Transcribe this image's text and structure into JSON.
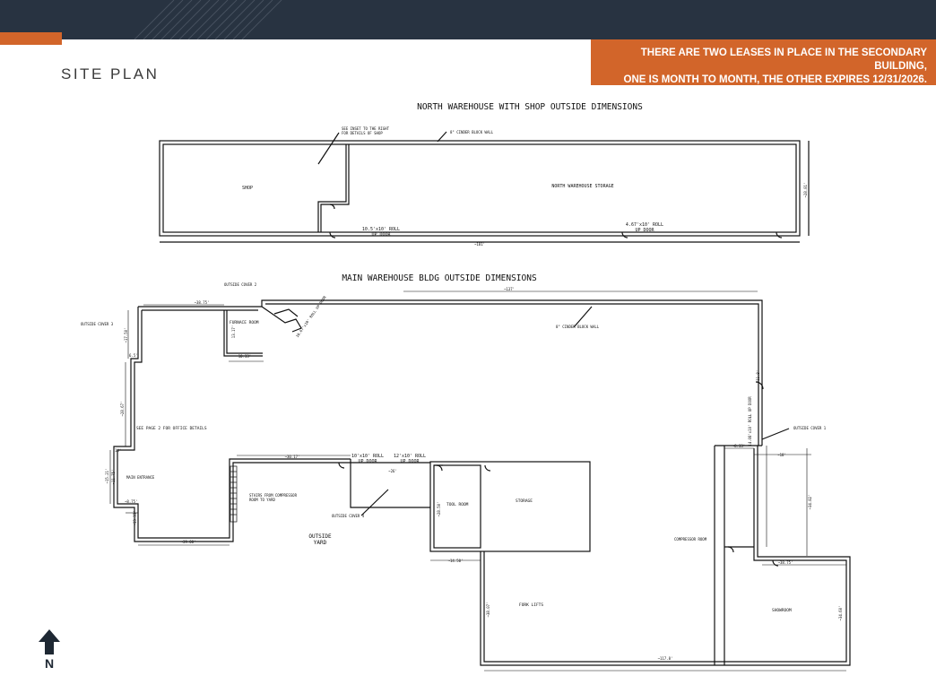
{
  "header": {
    "title": "SITE PLAN",
    "callout_line1": "THERE ARE TWO LEASES IN PLACE IN THE SECONDARY BUILDING,",
    "callout_line2": "ONE IS MONTH TO MONTH, THE OTHER EXPIRES 12/31/2026.",
    "accent_color": "#d2652a",
    "bar_color": "#283341"
  },
  "north_warehouse": {
    "heading": "NORTH WAREHOUSE WITH SHOP OUTSIDE DIMENSIONS",
    "inset_note_1": "SEE INSET TO THE RIGHT",
    "inset_note_2": "FOR DETAILS OF SHOP",
    "wall_note": "8\" CINDER BLOCK WALL",
    "shop_label": "SHOP",
    "storage_label": "NORTH WAREHOUSE STORAGE",
    "door1_line1": "10.5'x10' ROLL",
    "door1_line2": "UP DOOR",
    "door2_line1": "4.67'x10' ROLL",
    "door2_line2": "UP DOOR",
    "dim_length": "~181'",
    "dim_width": "~28.81'"
  },
  "main_warehouse": {
    "heading": "MAIN WAREHOUSE BLDG OUTSIDE DIMENSIONS",
    "outside_cover_2": "OUTSIDE COVER 2",
    "outside_cover_3": "OUTSIDE COVER 3",
    "outside_cover_1": "OUTSIDE COVER 1",
    "outside_cover_4": "OUTSIDE COVER 4",
    "furnace_room": "FURNACE ROOM",
    "roll_door_a": "10.67'x10' ROLL UP DOOR",
    "wall_note": "8\" CINDER BLOCK WALL",
    "dim_137": "~137'",
    "dim_3875": "~38.75'",
    "dim_1750": "~17.50'",
    "dim_1317": "13.17'",
    "dim_1033": "10.33'",
    "dim_65": "6.5'",
    "dim_2867": "~28.67'",
    "office_note": "SEE PAGE 2 FOR OFFICE DETAILS",
    "dim_1175": "~11.75'",
    "dim_14": "14'",
    "main_entrance": "MAIN ENTRANCE",
    "dim_1521": "~15.21'",
    "dim_875": "~8.75'",
    "dim_1333": "~13.33'",
    "stairs_note_1": "STAIRS FROM COMPRESSOR",
    "stairs_note_2": "ROOM TO YARD",
    "dim_3017": "~30.17'",
    "dim_3908": "~39.08'",
    "outside_yard_1": "OUTSIDE",
    "outside_yard_2": "YARD",
    "door_10x10_1": "10'x10' ROLL",
    "door_10x10_2": "UP DOOR",
    "door_12x10_1": "12'x10' ROLL",
    "door_12x10_2": "UP DOOR",
    "dim_26": "~26'",
    "tool_room": "TOOL ROOM",
    "storage": "STORAGE",
    "dim_2850": "~28.50'",
    "dim_1450": "~14.50'",
    "roll_door_b": "14.08'x10' ROLL UP DOOR",
    "dim_118": "~11.8'",
    "dim_833": "~8.33'",
    "dim_18": "~18'",
    "dim_3482": "~34.82'",
    "compressor_room": "COMPRESSOR ROOM",
    "dim_3875b": "~38.75'",
    "fork_lifts": "FORK LIFTS",
    "showroom": "SHOWROOM",
    "dim_3807": "~38.07'",
    "dim_3460": "~34.60'",
    "dim_1178": "~117.8'"
  },
  "compass": {
    "letter": "N"
  }
}
